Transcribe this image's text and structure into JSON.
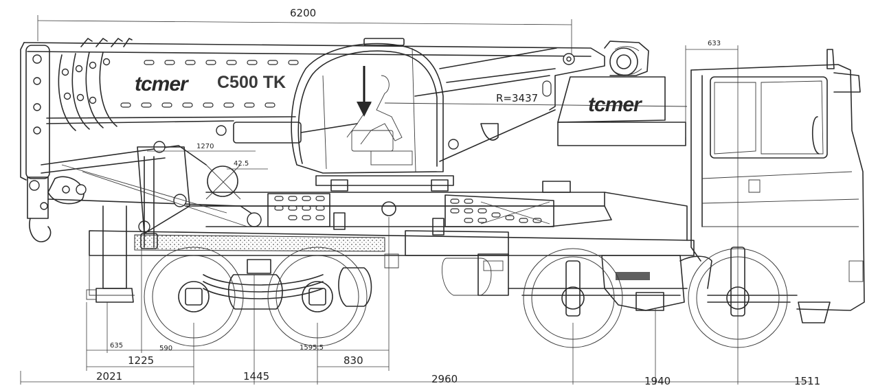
{
  "branding": {
    "boom_logo": "tcmer",
    "model": "C500 TK",
    "cab_logo": "tcmer"
  },
  "dimensions": {
    "overall_boom": "6200",
    "cab_offset": "633",
    "radius": "R=3437",
    "dim_1270": "1270",
    "dim_425": "42.5",
    "dim_635": "635",
    "dim_590": "590",
    "dim_1225": "1225",
    "dim_15955": "1595.5",
    "dim_830": "830",
    "dim_2021": "2021",
    "dim_1445": "1445",
    "dim_2960": "2960",
    "dim_1940": "1940",
    "dim_1511": "1511"
  }
}
